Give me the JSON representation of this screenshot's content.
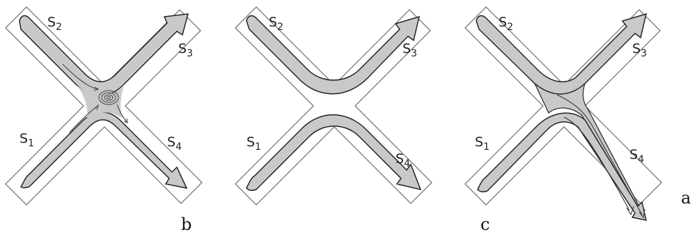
{
  "panels": [
    {
      "id": "a",
      "labels": {
        "s1": "1",
        "s2": "2",
        "s3": "3",
        "s4": "4",
        "s_letter": "S"
      },
      "variant": "vortex-collision"
    },
    {
      "id": "b",
      "labels": {
        "s1": "1",
        "s2": "2",
        "s3": "3",
        "s4": "4",
        "s_letter": "S"
      },
      "variant": "deflection"
    },
    {
      "id": "c",
      "labels": {
        "s1": "1",
        "s2": "2",
        "s3": "3",
        "s4": "4",
        "s_letter": "S"
      },
      "variant": "merge"
    }
  ],
  "captions": {
    "a": "a",
    "b": "b",
    "c": "c"
  },
  "colors": {
    "stream_fill": "#c9c9c9",
    "outline": "#222222",
    "channel": "#6f6f6f"
  }
}
